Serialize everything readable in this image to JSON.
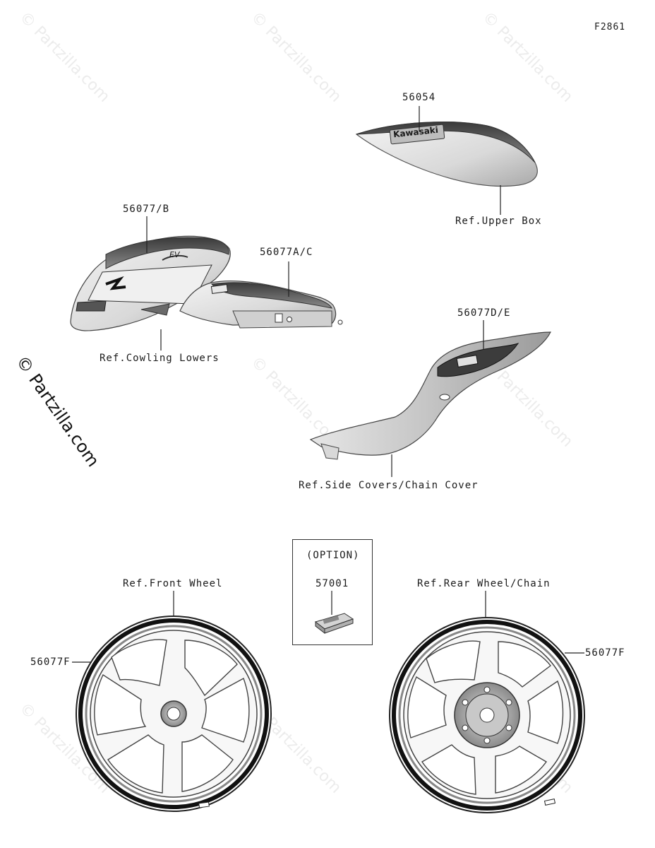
{
  "figure_code": "F2861",
  "watermark_text": "© Partzilla.com",
  "parts": {
    "upper_box_decal": "56054",
    "cowling_decal": "56077/B",
    "cowling_inner_decal": "56077A/C",
    "side_cover_decal": "56077D/E",
    "option_part": "57001",
    "front_wheel_decal": "56077F",
    "rear_wheel_decal": "56077F"
  },
  "refs": {
    "upper_box": "Ref.Upper Box",
    "cowling_lowers": "Ref.Cowling Lowers",
    "side_covers": "Ref.Side Covers/Chain Cover",
    "front_wheel": "Ref.Front Wheel",
    "rear_wheel": "Ref.Rear Wheel/Chain"
  },
  "option_label": "(OPTION)",
  "decal_text": {
    "brand": "Kawasaki",
    "model": "Z",
    "ev": "EV"
  }
}
